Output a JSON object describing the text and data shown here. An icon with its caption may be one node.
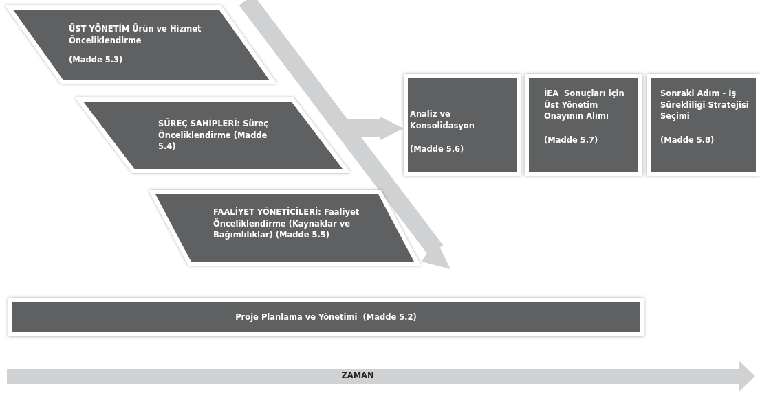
{
  "diagram": {
    "nodes": [
      {
        "text": [
          "ÜST YÖNETİM Ürün ve Hizmet Önceliklendirme",
          "(Madde 5.3)"
        ]
      },
      {
        "text": [
          "SÜREÇ SAHİPLERİ: Süreç Önceliklendirme (Madde 5.4)"
        ]
      },
      {
        "text": [
          "FAALİYET YÖNETİCİLERİ: Faaliyet Önceliklendirme (Kaynaklar ve Bağımlılıklar) (Madde 5.5)"
        ]
      },
      {
        "text": [
          "Analiz ve Konsolidasyon",
          "(Madde 5.6)"
        ]
      },
      {
        "text": [
          "İEA  Sonuçları için Üst Yönetim Onayının Alımı",
          "(Madde 5.7)"
        ]
      },
      {
        "text": [
          "Sonraki Adım - İş Sürekliliği Stratejisi Seçimi",
          "(Madde 5.8)"
        ]
      },
      {
        "text": [
          "Proje Planlama ve Yönetimi  (Madde 5.2)"
        ]
      }
    ],
    "edges": [
      {
        "from": null,
        "to": 3,
        "arrow": "to"
      }
    ],
    "labels": [
      "ZAMAN"
    ]
  }
}
